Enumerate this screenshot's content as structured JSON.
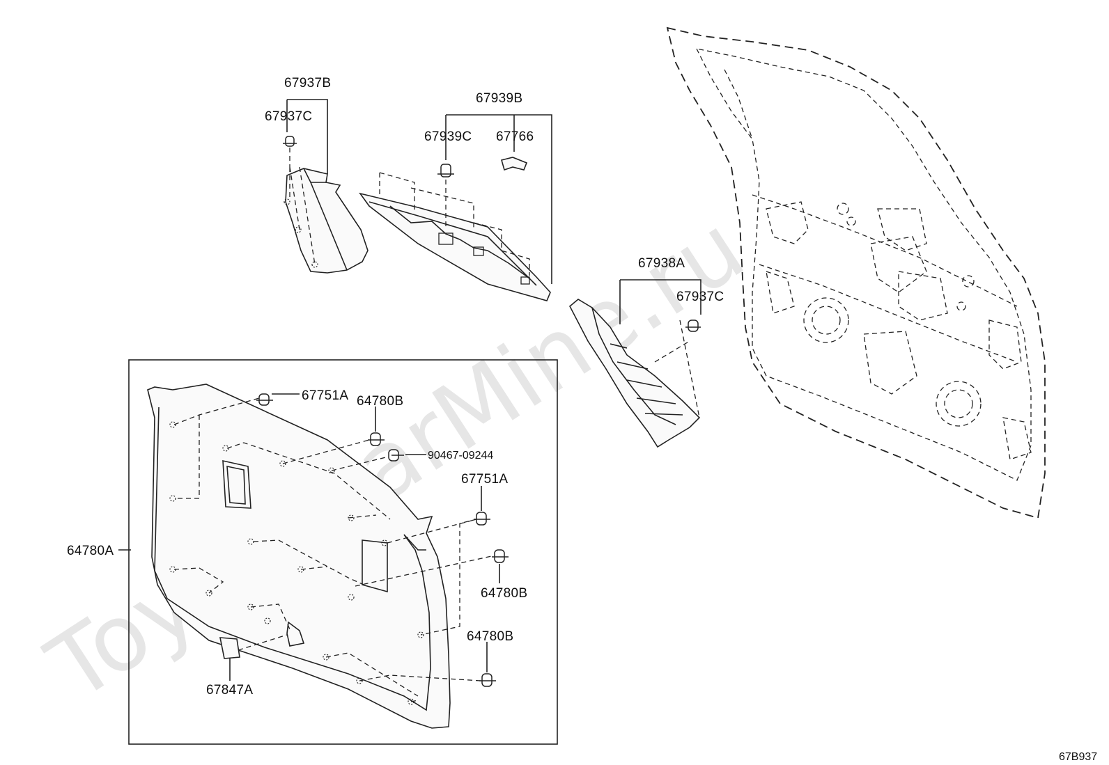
{
  "watermark": "ToyotaCarMine.ru",
  "diagram_code": "67B937",
  "labels": {
    "p67937B": "67937B",
    "p67937C_top": "67937C",
    "p67939B": "67939B",
    "p67939C": "67939C",
    "p67766": "67766",
    "p67938A": "67938A",
    "p67937C_right": "67937C",
    "p67751A_top": "67751A",
    "p64780B_top": "64780B",
    "p90467": "90467-09244",
    "p67751A_mid": "67751A",
    "p64780A": "64780A",
    "p64780B_mid": "64780B",
    "p64780B_bot": "64780B",
    "p67847A": "67847A"
  }
}
